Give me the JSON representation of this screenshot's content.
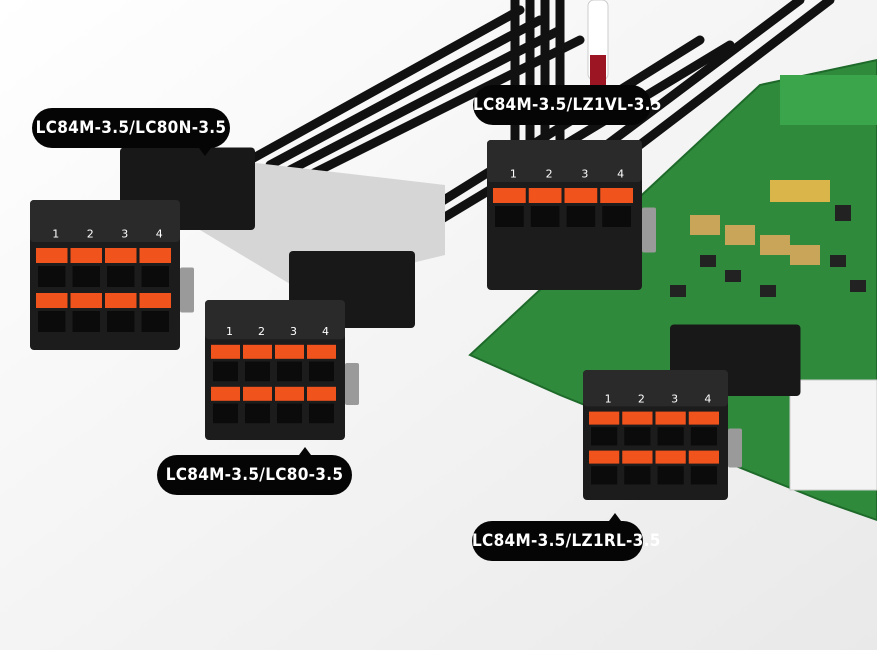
{
  "callouts": [
    {
      "id": "lc80n",
      "label": "LC84M-3.5/LC80N-3.5"
    },
    {
      "id": "lz1vl",
      "label": "LC84M-3.5/LZ1VL-3.5"
    },
    {
      "id": "lc80",
      "label": "LC84M-3.5/LC80-3.5"
    },
    {
      "id": "lz1rl",
      "label": "LC84M-3.5/LZ1RL-3.5"
    }
  ],
  "pin_numbers": [
    "1",
    "2",
    "3",
    "4"
  ],
  "colors": {
    "background": "#f2f2f2",
    "connector": "#1c1c1c",
    "tab": "#f0531c",
    "pcb": "#2e8a3a",
    "callout": "#050505"
  }
}
